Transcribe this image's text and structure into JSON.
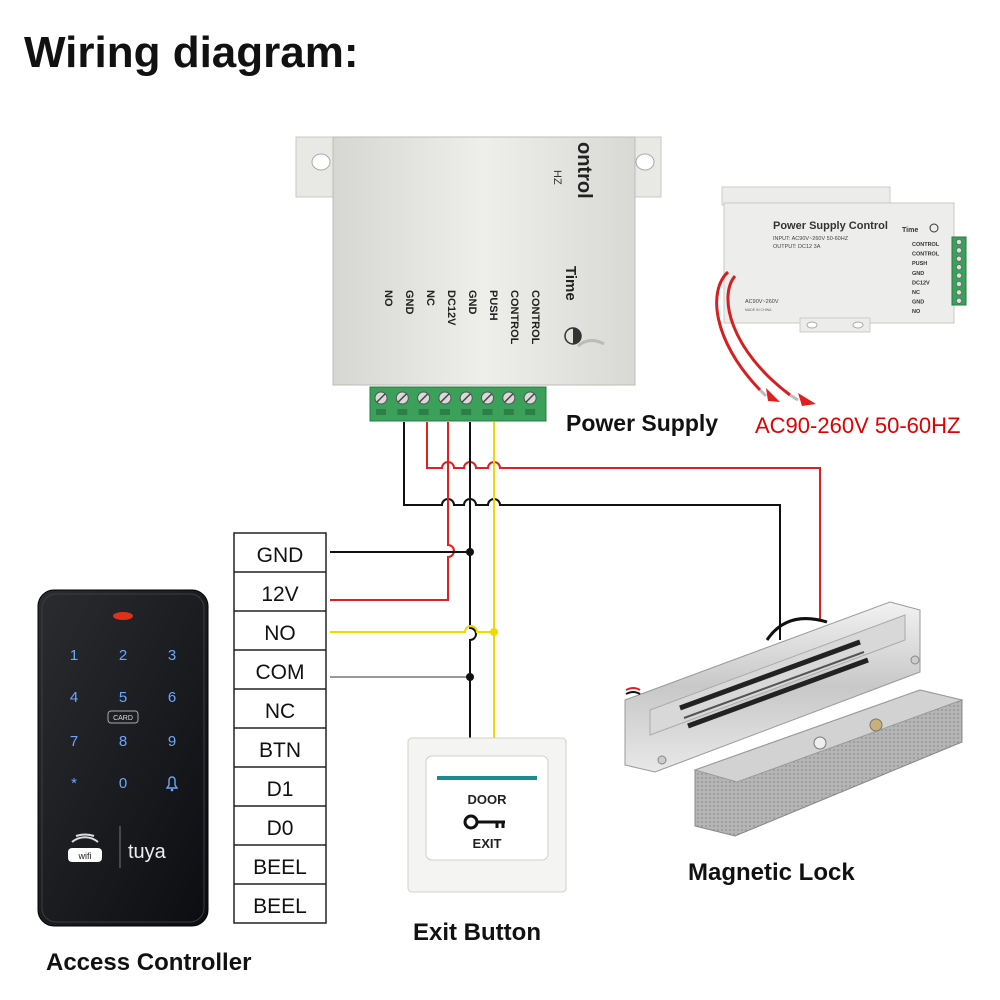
{
  "title": "Wiring diagram:",
  "colors": {
    "red": "#e02020",
    "yellow": "#f0d800",
    "black": "#111111",
    "gray": "#9a9a9a",
    "terminal_green": "#3aa05a",
    "box_gray": "#e6e6e3",
    "label_red": "#e00000"
  },
  "power_supply": {
    "label": "Power Supply",
    "voltage": "AC90-260V 50-60HZ",
    "big_box": {
      "brand": "Time",
      "title_fragment": "ontrol",
      "hz_fragment": "HZ",
      "terminals": [
        "CONTROL",
        "CONTROL",
        "PUSH",
        "GND",
        "DC12V",
        "NC",
        "GND",
        "NO"
      ]
    },
    "small_box": {
      "title": "Power Supply Control",
      "brand": "Time",
      "input_line": "INPUT: AC90V~260V 50-60HZ",
      "output_line": "OUTPUT: DC12 3A",
      "ac_label": "AC90V~260V",
      "made_in": "MADE IN CHINA",
      "terminals": [
        "CONTROL",
        "CONTROL",
        "PUSH",
        "GND",
        "DC12V",
        "NC",
        "GND",
        "NO"
      ]
    }
  },
  "access_controller": {
    "label": "Access Controller",
    "keys": [
      "1",
      "2",
      "3",
      "4",
      "5",
      "6",
      "7",
      "8",
      "9",
      "*",
      "0",
      "bell"
    ],
    "card_label": "CARD",
    "wifi_label": "wifi",
    "brand": "tuya",
    "terminals": [
      "GND",
      "12V",
      "NO",
      "COM",
      "NC",
      "BTN",
      "D1",
      "D0",
      "BEEL",
      "BEEL"
    ]
  },
  "exit_button": {
    "label": "Exit Button",
    "top_text": "DOOR",
    "bottom_text": "EXIT"
  },
  "magnetic_lock": {
    "label": "Magnetic Lock"
  }
}
